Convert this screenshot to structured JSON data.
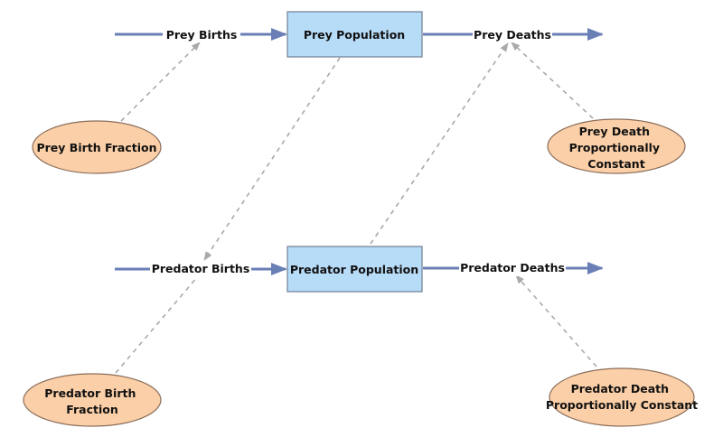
{
  "stocks": {
    "prey_population": "Prey Population",
    "predator_population": "Predator Population"
  },
  "flows": {
    "prey_births": "Prey Births",
    "prey_deaths": "Prey Deaths",
    "predator_births": "Predator Births",
    "predator_deaths": "Predator Deaths"
  },
  "auxiliaries": {
    "prey_birth_fraction": "Prey Birth Fraction",
    "prey_death_constant": [
      "Prey Death",
      "Proportionally",
      "Constant"
    ],
    "predator_birth_fraction": [
      "Predator Birth",
      "Fraction"
    ],
    "predator_death_constant": [
      "Predator Death",
      "Proportionally Constant"
    ]
  },
  "colors": {
    "flow": "#6a7fb5",
    "link": "#a9a9a9",
    "stock_fill": "#b7dcf8",
    "aux_fill": "#fbcfa7"
  }
}
